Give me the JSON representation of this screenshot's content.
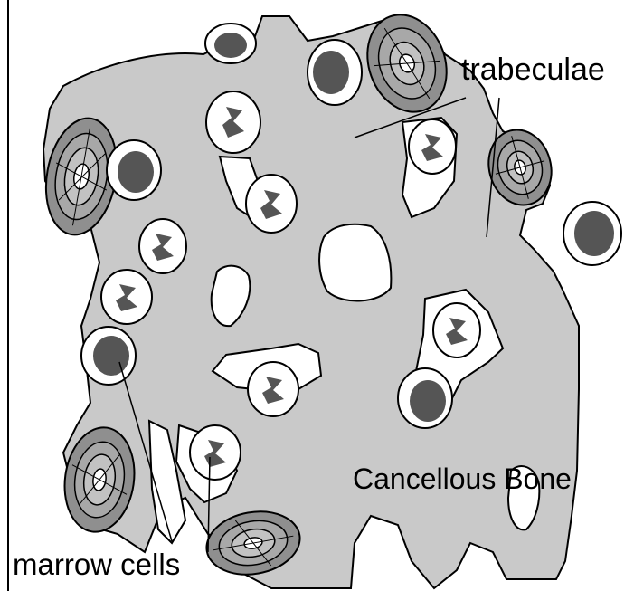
{
  "labels": {
    "trabeculae": "trabeculae",
    "cancellous_bone": "Cancellous Bone",
    "marrow_cells": "marrow cells"
  },
  "colors": {
    "bone_fill": "#c9c9c9",
    "outline": "#000000",
    "background": "#ffffff",
    "cell_nucleus": "#555555",
    "osteon_ring": "#8f8f8f"
  }
}
